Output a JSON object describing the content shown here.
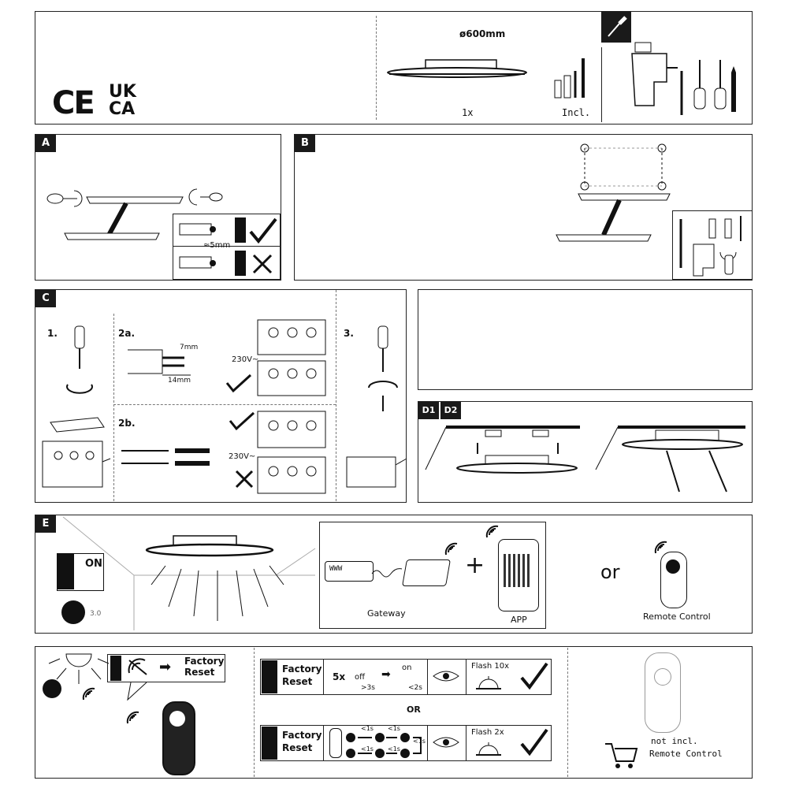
{
  "header": {
    "ce_mark": "CE",
    "ukca_top": "UK",
    "ukca_bottom": "CA",
    "diameter": "ø600mm",
    "qty": "1x",
    "included": "Incl."
  },
  "steps": {
    "a": "A",
    "b": "B",
    "c": "C",
    "d1": "D1",
    "d2": "D2",
    "e": "E"
  },
  "panel_a": {
    "gap": "≈5mm"
  },
  "panel_c": {
    "step1": "1.",
    "step2a": "2a.",
    "step2b": "2b.",
    "step3": "3.",
    "strip7": "7mm",
    "strip14": "14mm",
    "voltage_a": "230V~",
    "voltage_b": "230V~"
  },
  "panel_e": {
    "switch": "ON",
    "zigbee_version": "3.0",
    "router_label": "WWW",
    "gateway": "Gateway",
    "app": "APP",
    "or": "or",
    "remote": "Remote Control"
  },
  "reset": {
    "factory_reset": "Factory Reset",
    "title_line1": "Factory",
    "title_line2": "Reset",
    "count": "5x",
    "off": "off",
    "on": "on",
    "time_off": ">3s",
    "time_on": "<2s",
    "flash10": "Flash 10x",
    "or": "OR",
    "flash2": "Flash 2x",
    "lt1s_a": "<1s",
    "lt1s_b": "<1s",
    "lt1s_c": "<1s",
    "lt1s_d": "<1s",
    "lt1s_e": "<1s",
    "not_incl": "not incl.",
    "remote": "Remote Control"
  }
}
